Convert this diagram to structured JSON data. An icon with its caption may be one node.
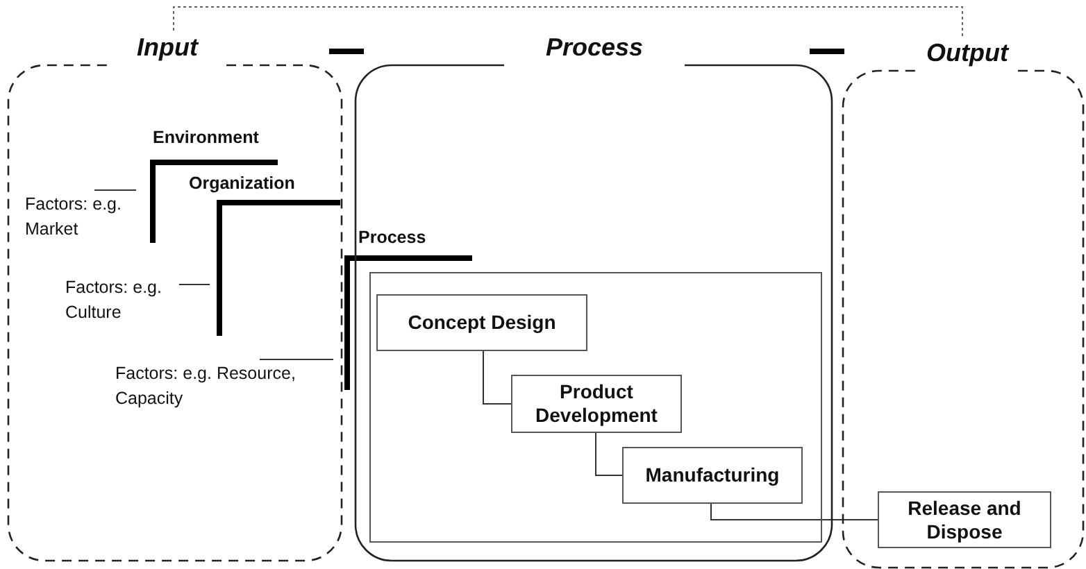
{
  "diagram": {
    "nodes": [
      {
        "text": [
          "Input"
        ]
      },
      {
        "text": [
          "Process"
        ]
      },
      {
        "text": [
          "Output"
        ]
      },
      {
        "text": [],
        "shape": "box",
        "in": 1
      },
      {
        "text": [
          "Concept Design"
        ],
        "in": 3
      },
      {
        "text": [
          "Product Development"
        ],
        "in": 3
      },
      {
        "text": [
          "Manufacturing"
        ],
        "in": 3
      },
      {
        "text": [
          "Release and Dispose"
        ],
        "in": 2
      },
      {
        "text": [
          "Factors: e.g. Market"
        ],
        "in": 0
      },
      {
        "text": [
          "Factors: e.g. Culture"
        ],
        "in": 0
      },
      {
        "text": [
          "Factors: e.g. Resource, Capacity"
        ],
        "in": 0
      }
    ],
    "edges": [
      {
        "from": 0,
        "to": 2,
        "arrow": "none",
        "style": "dashed",
        "color": "#666666"
      },
      {
        "from": 4,
        "to": 5,
        "arrow": "none"
      },
      {
        "from": 5,
        "to": 6,
        "arrow": "none"
      },
      {
        "from": 6,
        "to": 7,
        "arrow": "none"
      },
      {
        "from": 8,
        "to": null,
        "arrow": "none"
      },
      {
        "from": 9,
        "to": null,
        "arrow": "none"
      },
      {
        "from": 10,
        "to": null,
        "arrow": "none"
      }
    ],
    "labels": [
      "Environment",
      "Organization",
      "Process"
    ]
  }
}
